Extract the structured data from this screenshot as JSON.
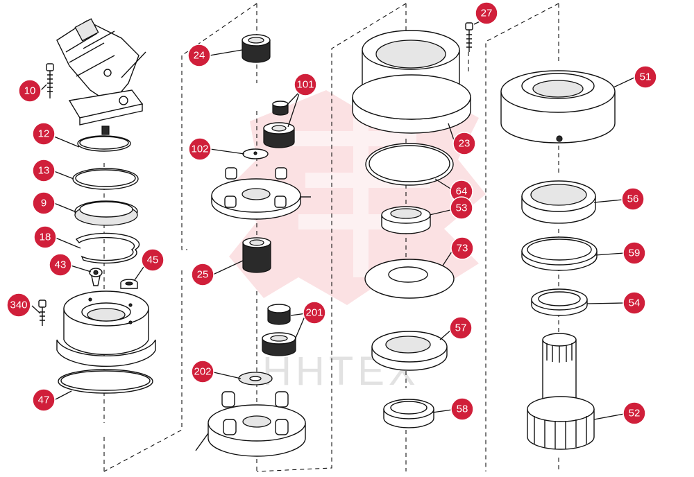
{
  "watermark": {
    "text": "HHTEX"
  },
  "colors": {
    "callout": "#d01f3a",
    "line": "#111111",
    "watermark": "#f7c9cc"
  },
  "callouts": [
    {
      "id": "c27",
      "label": "27"
    },
    {
      "id": "c24",
      "label": "24"
    },
    {
      "id": "c101",
      "label": "101"
    },
    {
      "id": "c10",
      "label": "10"
    },
    {
      "id": "c12",
      "label": "12"
    },
    {
      "id": "c102",
      "label": "102"
    },
    {
      "id": "c13",
      "label": "13"
    },
    {
      "id": "c9",
      "label": "9"
    },
    {
      "id": "c18",
      "label": "18"
    },
    {
      "id": "c43",
      "label": "43"
    },
    {
      "id": "c45",
      "label": "45"
    },
    {
      "id": "c25",
      "label": "25"
    },
    {
      "id": "c340",
      "label": "340"
    },
    {
      "id": "c201",
      "label": "201"
    },
    {
      "id": "c202",
      "label": "202"
    },
    {
      "id": "c47",
      "label": "47"
    },
    {
      "id": "c51",
      "label": "51"
    },
    {
      "id": "c23",
      "label": "23"
    },
    {
      "id": "c64",
      "label": "64"
    },
    {
      "id": "c53",
      "label": "53"
    },
    {
      "id": "c56",
      "label": "56"
    },
    {
      "id": "c73",
      "label": "73"
    },
    {
      "id": "c59",
      "label": "59"
    },
    {
      "id": "c54",
      "label": "54"
    },
    {
      "id": "c57",
      "label": "57"
    },
    {
      "id": "c58",
      "label": "58"
    },
    {
      "id": "c52",
      "label": "52"
    }
  ]
}
